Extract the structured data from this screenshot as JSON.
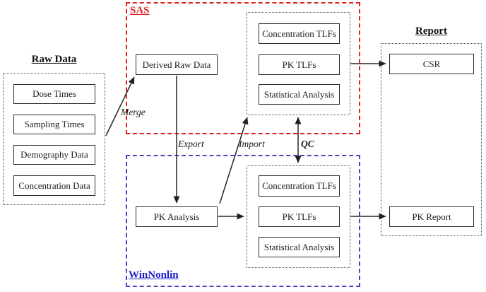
{
  "diagram": {
    "raw": {
      "title": "Raw Data",
      "boxes": [
        "Dose Times",
        "Sampling Times",
        "Demography Data",
        "Concentration Data"
      ]
    },
    "sas": {
      "title": "SAS",
      "derived_box": "Derived Raw Data",
      "tlf_boxes": [
        "Concentration TLFs",
        "PK TLFs",
        "Statistical Analysis"
      ]
    },
    "winnonlin": {
      "title": "WinNonlin",
      "analysis_box": "PK Analysis",
      "tlf_boxes": [
        "Concentration TLFs",
        "PK TLFs",
        "Statistical Analysis"
      ]
    },
    "report": {
      "title": "Report",
      "csr_box": "CSR",
      "pk_report_box": "PK Report"
    },
    "edge_labels": {
      "merge": "Merge",
      "export": "Export",
      "import": "Import",
      "qc": "QC"
    },
    "colors": {
      "sas_accent": "#e02424",
      "winnonlin_border": "#4545c4",
      "winnonlin_title": "#1c1ccd",
      "box_border": "#2b2b2b",
      "arrow": "#262626"
    }
  }
}
